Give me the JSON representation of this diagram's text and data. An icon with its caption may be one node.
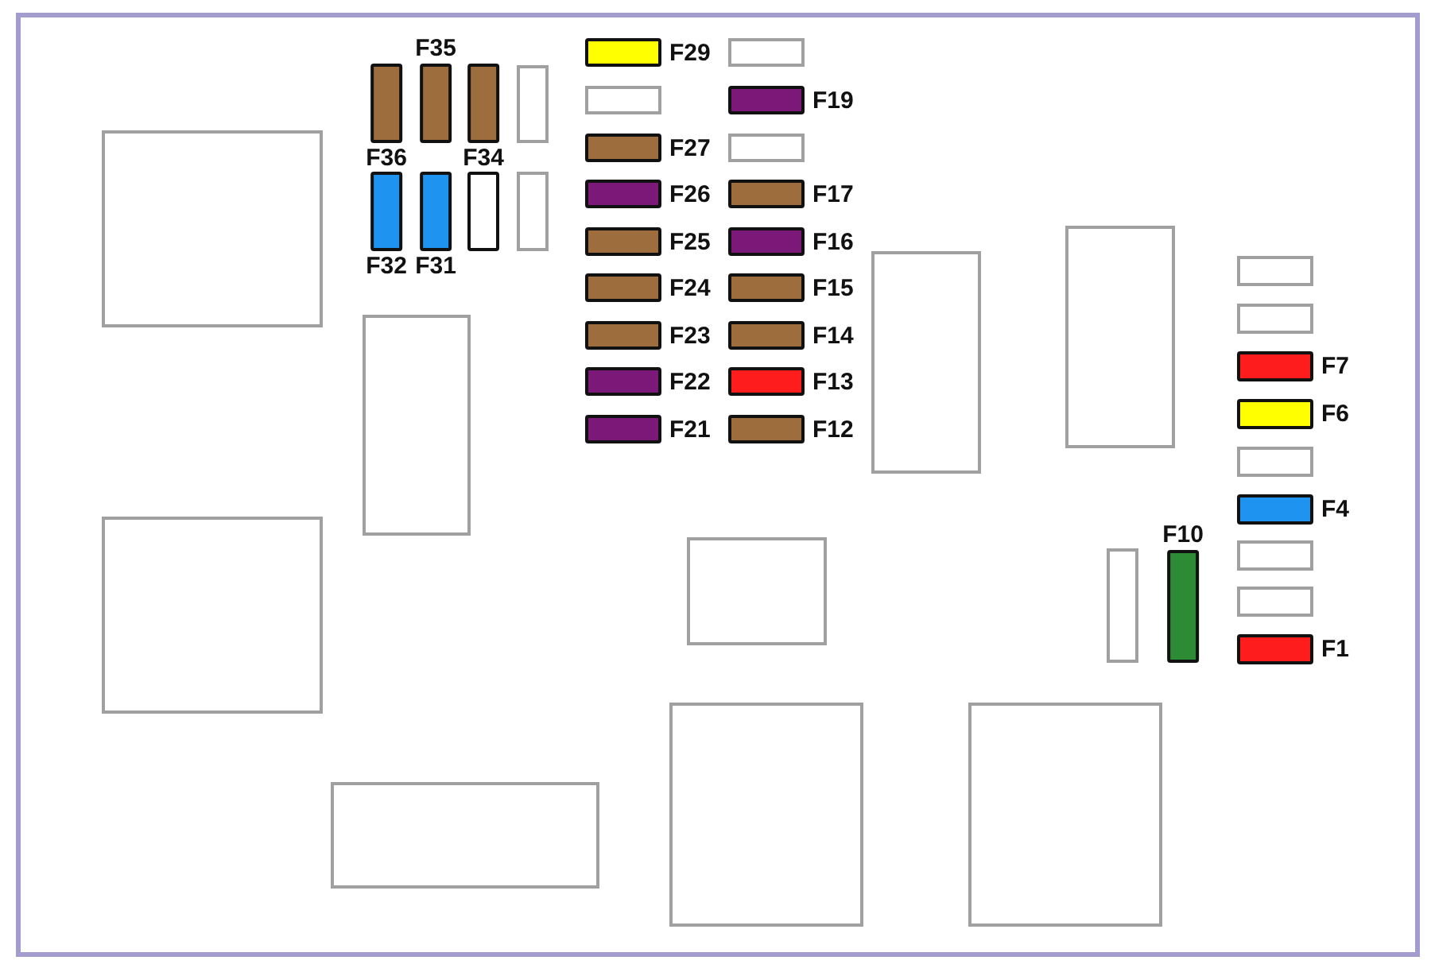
{
  "diagram": {
    "nodes": [
      {
        "text": [],
        "shape": "box"
      },
      {
        "text": [
          "F36"
        ],
        "in": 0
      },
      {
        "text": [
          "F35"
        ],
        "in": 0
      },
      {
        "text": [
          "F34"
        ],
        "in": 0
      },
      {
        "text": [],
        "shape": "box",
        "in": 0
      },
      {
        "text": [
          "F29"
        ],
        "in": 0
      },
      {
        "text": [],
        "shape": "box",
        "in": 0
      },
      {
        "text": [],
        "shape": "box",
        "in": 0
      },
      {
        "text": [
          "F19"
        ],
        "in": 0
      },
      {
        "text": [],
        "shape": "box",
        "in": 0
      },
      {
        "text": [
          "F27"
        ],
        "in": 0
      },
      {
        "text": [],
        "shape": "box",
        "in": 0
      },
      {
        "text": [
          "F32"
        ],
        "in": 0
      },
      {
        "text": [
          "F31"
        ],
        "in": 0
      },
      {
        "text": [],
        "shape": "box",
        "in": 0
      },
      {
        "text": [],
        "shape": "box",
        "in": 0
      },
      {
        "text": [
          "F26"
        ],
        "in": 0
      },
      {
        "text": [
          "F17"
        ],
        "in": 0
      },
      {
        "text": [
          "F25"
        ],
        "in": 0
      },
      {
        "text": [
          "F16"
        ],
        "in": 0
      },
      {
        "text": [],
        "shape": "box",
        "in": 0
      },
      {
        "text": [],
        "shape": "box",
        "in": 0
      },
      {
        "text": [],
        "shape": "box",
        "in": 0
      },
      {
        "text": [
          "F24"
        ],
        "in": 0
      },
      {
        "text": [
          "F15"
        ],
        "in": 0
      },
      {
        "text": [],
        "shape": "box",
        "in": 0
      },
      {
        "text": [],
        "shape": "box",
        "in": 0
      },
      {
        "text": [
          "F23"
        ],
        "in": 0
      },
      {
        "text": [
          "F14"
        ],
        "in": 0
      },
      {
        "text": [
          "F7"
        ],
        "in": 0
      },
      {
        "text": [
          "F22"
        ],
        "in": 0
      },
      {
        "text": [
          "F13"
        ],
        "in": 0
      },
      {
        "text": [
          "F6"
        ],
        "in": 0
      },
      {
        "text": [
          "F21"
        ],
        "in": 0
      },
      {
        "text": [
          "F12"
        ],
        "in": 0
      },
      {
        "text": [],
        "shape": "box",
        "in": 0
      },
      {
        "text": [
          "F4"
        ],
        "in": 0
      },
      {
        "text": [],
        "shape": "box",
        "in": 0
      },
      {
        "text": [
          "F10"
        ],
        "in": 0
      },
      {
        "text": [],
        "shape": "box",
        "in": 0
      },
      {
        "text": [],
        "shape": "box",
        "in": 0
      },
      {
        "text": [],
        "shape": "box",
        "in": 0
      },
      {
        "text": [],
        "shape": "box",
        "in": 0
      },
      {
        "text": [
          "F1"
        ],
        "in": 0
      },
      {
        "text": [],
        "shape": "box",
        "in": 0
      },
      {
        "text": [],
        "shape": "box",
        "in": 0
      },
      {
        "text": [],
        "shape": "box",
        "in": 0
      }
    ]
  }
}
